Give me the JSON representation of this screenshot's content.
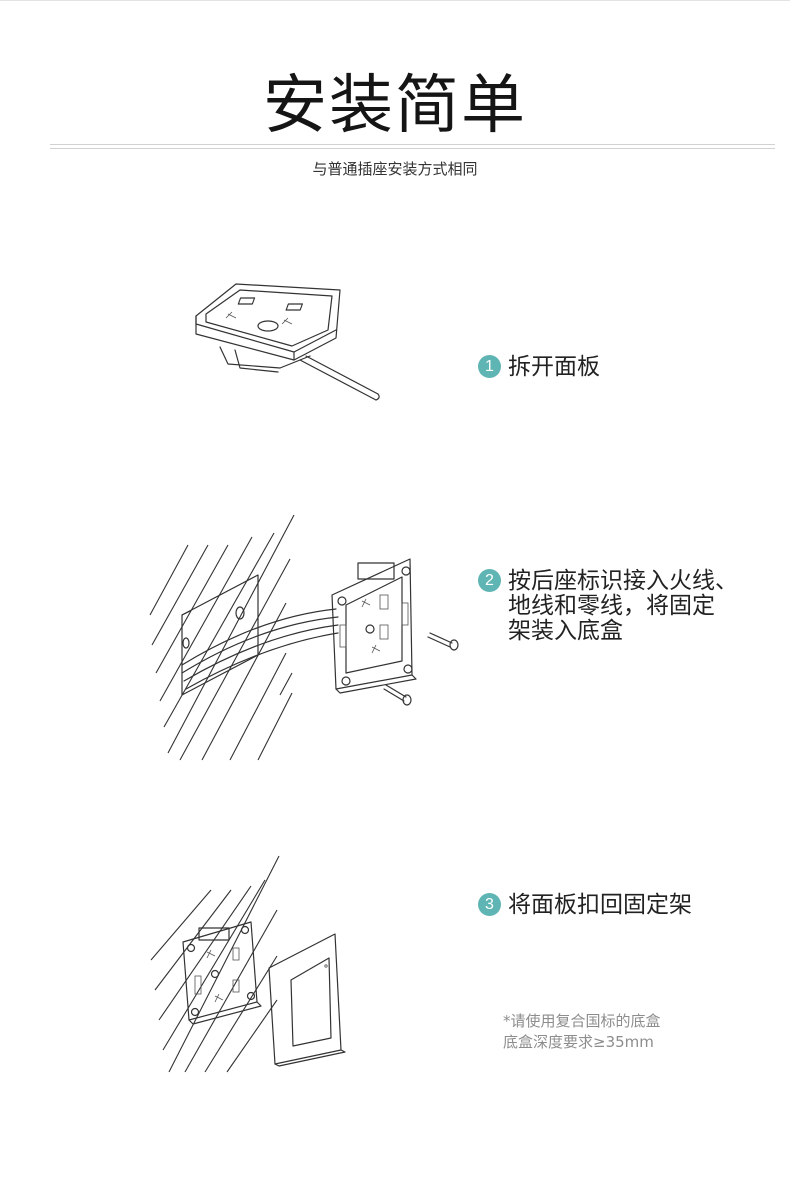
{
  "header": {
    "title": "安装简单",
    "subtitle": "与普通插座安装方式相同"
  },
  "steps": [
    {
      "number": "1",
      "text": "拆开面板"
    },
    {
      "number": "2",
      "text": "按后座标识接入火线、\n地线和零线，将固定\n架装入底盒"
    },
    {
      "number": "3",
      "text": "将面板扣回固定架"
    }
  ],
  "note": {
    "text": "*请使用复合国标的底盒\n  底盒深度要求≥35mm"
  },
  "colors": {
    "accent": "#5fb5b3",
    "title": "#151515",
    "note": "#8d8d8d",
    "line_art": "#333333"
  }
}
